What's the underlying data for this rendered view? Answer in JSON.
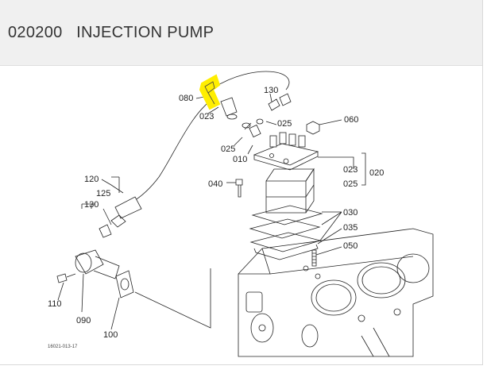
{
  "header": {
    "section_code": "020200",
    "section_title": "INJECTION PUMP"
  },
  "diagram": {
    "highlight_color": "#ffee00",
    "parts": {
      "p080": "080",
      "p023a": "023",
      "p130a": "130",
      "p025a": "025",
      "p025b": "025",
      "p010": "010",
      "p060": "060",
      "p040": "040",
      "p023b": "023",
      "p025c": "025",
      "p020": "020",
      "p030": "030",
      "p035": "035",
      "p050": "050",
      "p120": "120",
      "p125": "125",
      "p130b": "130",
      "p110": "110",
      "p090": "090",
      "p100": "100"
    },
    "drawing_number": "16021-013-17"
  }
}
